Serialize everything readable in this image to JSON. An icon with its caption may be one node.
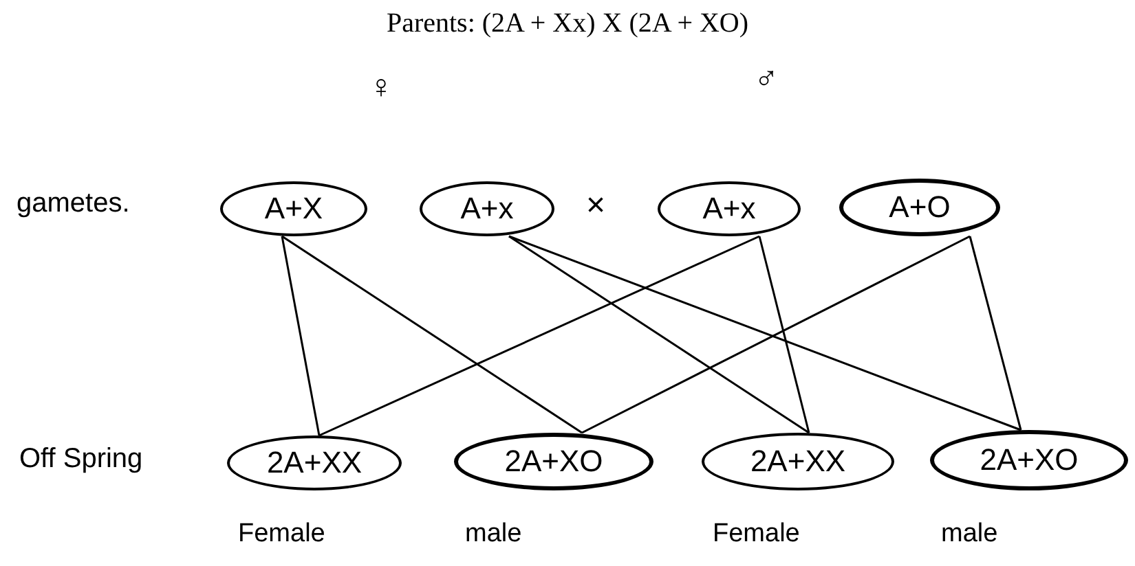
{
  "diagram": {
    "title": "Parents: (2A + Xx)    X  (2A + XO)",
    "nodes": [
      {
        "text": [
          "A+X"
        ]
      },
      {
        "text": [
          "A+x"
        ]
      },
      {
        "text": [
          "A+x"
        ]
      },
      {
        "text": [
          "A+O"
        ]
      },
      {
        "text": [
          "2A+XX"
        ],
        "beside": [
          "Female"
        ]
      },
      {
        "text": [
          "2A+XO"
        ],
        "beside": [
          "male"
        ]
      },
      {
        "text": [
          "2A+XX"
        ],
        "beside": [
          "Female"
        ]
      },
      {
        "text": [
          "2A+XO"
        ],
        "beside": [
          "male"
        ]
      }
    ],
    "edges": [
      {
        "from": 0,
        "to": 4,
        "arrow": "none"
      },
      {
        "from": 0,
        "to": 5,
        "arrow": "none"
      },
      {
        "from": 1,
        "to": 6,
        "arrow": "none"
      },
      {
        "from": 1,
        "to": 7,
        "arrow": "none"
      },
      {
        "from": 2,
        "to": 4,
        "arrow": "none"
      },
      {
        "from": 2,
        "to": 6,
        "arrow": "none"
      },
      {
        "from": 3,
        "to": 5,
        "arrow": "none"
      },
      {
        "from": 3,
        "to": 7,
        "arrow": "none"
      }
    ],
    "labels": [
      "♀",
      "♂",
      "gametes.",
      "×",
      "Off Spring"
    ]
  }
}
